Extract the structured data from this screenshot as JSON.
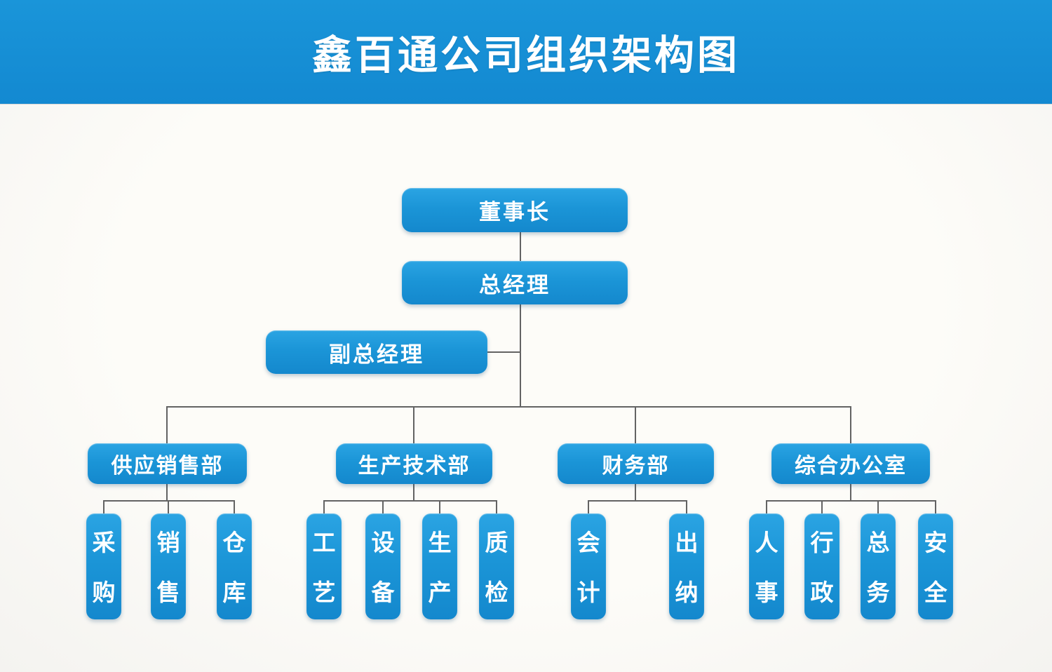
{
  "title": "鑫百通公司组织架构图",
  "colors": {
    "banner_blue": "#1590d5",
    "node_blue": "#1b95d7",
    "connector_gray": "#636363",
    "background": "#fdfcf8",
    "text_white": "#ffffff"
  },
  "org": {
    "chairman": {
      "label": "董事长"
    },
    "general_manager": {
      "label": "总经理"
    },
    "deputy_general_manager": {
      "label": "副总经理"
    },
    "departments": [
      {
        "label": "供应销售部",
        "children": [
          {
            "label": "采购"
          },
          {
            "label": "销售"
          },
          {
            "label": "仓库"
          }
        ]
      },
      {
        "label": "生产技术部",
        "children": [
          {
            "label": "工艺"
          },
          {
            "label": "设备"
          },
          {
            "label": "生产"
          },
          {
            "label": "质检"
          }
        ]
      },
      {
        "label": "财务部",
        "children": [
          {
            "label": "会计"
          },
          {
            "label": "出纳"
          }
        ]
      },
      {
        "label": "综合办公室",
        "children": [
          {
            "label": "人事"
          },
          {
            "label": "行政"
          },
          {
            "label": "总务"
          },
          {
            "label": "安全"
          }
        ]
      }
    ]
  }
}
